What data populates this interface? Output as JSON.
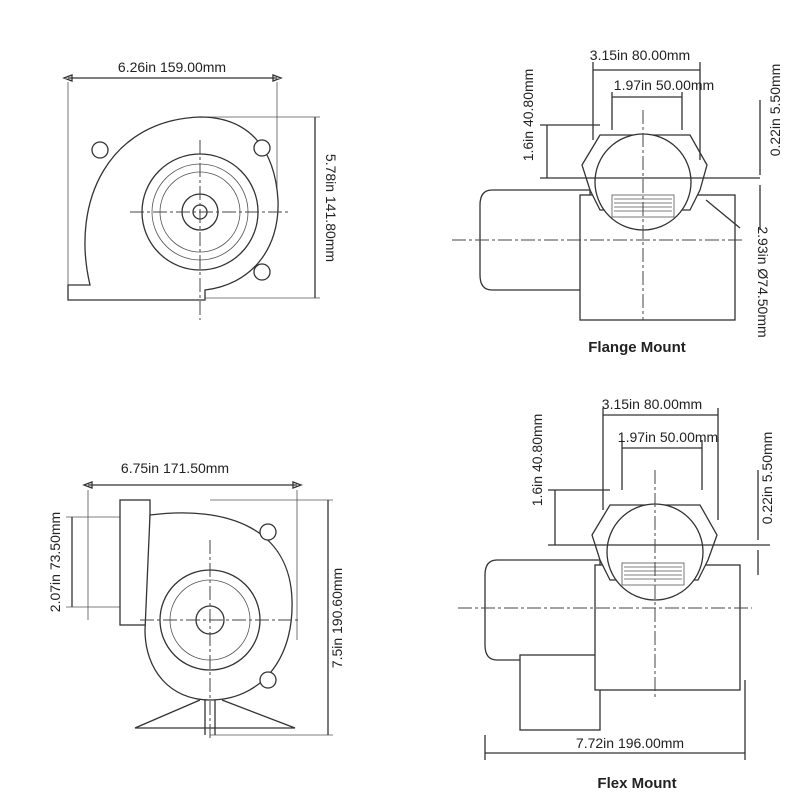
{
  "views": {
    "side_top": {
      "width_dim": "6.26in  159.00mm",
      "height_dim": "5.78in  141.80mm"
    },
    "flange": {
      "outer_width_dim": "3.15in  80.00mm",
      "inner_width_dim": "1.97in  50.00mm",
      "height_dim": "1.6in  40.80mm",
      "flange_dim": "0.22in  5.50mm",
      "diameter_dim": "2.93in  Ø74.50mm",
      "label": "Flange Mount"
    },
    "side_bottom": {
      "width_dim": "6.75in  171.50mm",
      "outlet_dim": "2.07in  73.50mm",
      "height_dim": "7.5in  190.60mm"
    },
    "flex": {
      "outer_width_dim": "3.15in  80.00mm",
      "inner_width_dim": "1.97in  50.00mm",
      "height_dim": "1.6in  40.80mm",
      "flange_dim": "0.22in  5.50mm",
      "length_dim": "7.72in  196.00mm",
      "label": "Flex Mount"
    }
  }
}
